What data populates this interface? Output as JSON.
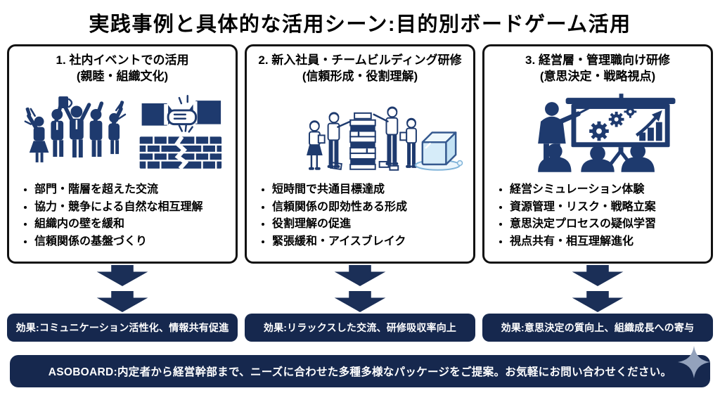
{
  "page": {
    "title": "実践事例と具体的な活用シーン:目的別ボードゲーム活用"
  },
  "colors": {
    "illustration_navy": "#1e3a6e",
    "arrow_navy": "#1b2f57",
    "bar_navy": "#16284e",
    "card_border": "#111111",
    "effect_text": "#ffffff",
    "ice_blue": "#d6ecf9",
    "sparkle_gray": "#93a2bc"
  },
  "arrow_icon": "down-arrow-icon",
  "cards": [
    {
      "title_line1": "1. 社内イベントでの活用",
      "title_line2": "(親睦・組織文化)",
      "icons": [
        "crowd-celebration-icon",
        "handshake-icon",
        "cracked-brick-wall-icon"
      ],
      "bullets": [
        "部門・階層を超えた交流",
        "協力・競争による自然な相互理解",
        "組織内の壁を緩和",
        "信頼関係の基盤づくり"
      ],
      "effect": "効果:コミュニケーション活性化、情報共有促進"
    },
    {
      "title_line1": "2. 新入社員・チームビルディング研修",
      "title_line2": "(信頼形成・役割理解)",
      "icons": [
        "team-jenga-icon",
        "melting-ice-cube-icon"
      ],
      "bullets": [
        "短時間で共通目標達成",
        "信頼関係の即効性ある形成",
        "役割理解の促進",
        "緊張緩和・アイスブレイク"
      ],
      "effect": "効果:リラックスした交流、研修吸収率向上"
    },
    {
      "title_line1": "3. 経営層・管理職向け研修",
      "title_line2": "(意思決定・戦略視点)",
      "icons": [
        "presentation-training-icon"
      ],
      "bullets": [
        "経営シミュレーション体験",
        "資源管理・リスク・戦略立案",
        "意思決定プロセスの疑似学習",
        "視点共有・相互理解進化"
      ],
      "effect": "効果:意思決定の質向上、組織成長への寄与"
    }
  ],
  "footer": {
    "text": "ASOBOARD:内定者から経営幹部まで、ニーズに合わせた多種多様なパッケージをご提案。お気軽にお問い合わせください。",
    "icon": "sparkle-icon"
  }
}
